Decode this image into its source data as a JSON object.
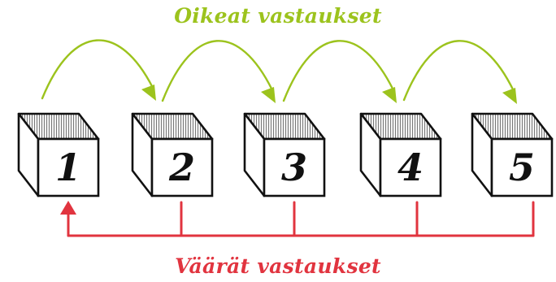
{
  "header": {
    "title": "Oikeat vastaukset"
  },
  "footer": {
    "title": "Väärät vastaukset"
  },
  "boxes": [
    "1",
    "2",
    "3",
    "4",
    "5"
  ],
  "colors": {
    "correct": "#9cc31d",
    "wrong": "#e1343f",
    "box_stroke": "#111111",
    "box_fill": "#ffffff"
  }
}
